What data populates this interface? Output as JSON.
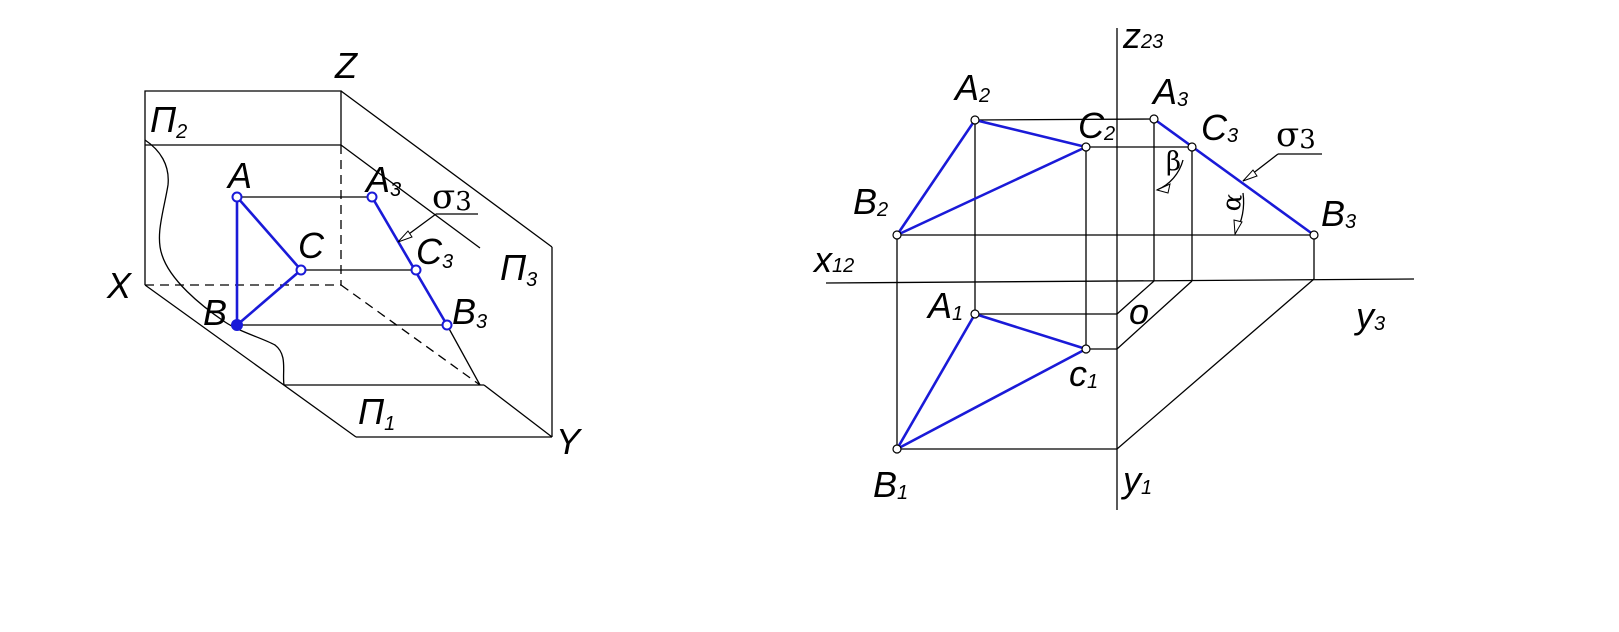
{
  "left": {
    "Z": "Z",
    "X": "X",
    "Y": "Y",
    "P2": "Π",
    "P2_sub": "2",
    "P3": "Π",
    "P3_sub": "3",
    "P1": "Π",
    "P1_sub": "1",
    "A": "A",
    "B": "B",
    "C": "C",
    "A3": "A",
    "A3_sub": "3",
    "B3": "B",
    "B3_sub": "3",
    "C3": "C",
    "C3_sub": "3",
    "sigma": "σ",
    "sigma_sub": "3"
  },
  "right": {
    "z": "z",
    "z_sub": "23",
    "x": "x",
    "x_sub": "12",
    "y3": "y",
    "y3_sub": "3",
    "y1": "y",
    "y1_sub": "1",
    "o": "o",
    "A2": "A",
    "A2_sub": "2",
    "B2": "B",
    "B2_sub": "2",
    "C2": "C",
    "C2_sub": "2",
    "A3": "A",
    "A3_sub": "3",
    "B3": "B",
    "B3_sub": "3",
    "C3": "C",
    "C3_sub": "3",
    "A1": "A",
    "A1_sub": "1",
    "B1": "B",
    "B1_sub": "1",
    "c1": "c",
    "c1_sub": "1",
    "sigma": "σ",
    "sigma_sub": "3",
    "beta": "β",
    "alpha": "α"
  },
  "colors": {
    "figure": "#1a1ad8",
    "lines": "#000000"
  }
}
